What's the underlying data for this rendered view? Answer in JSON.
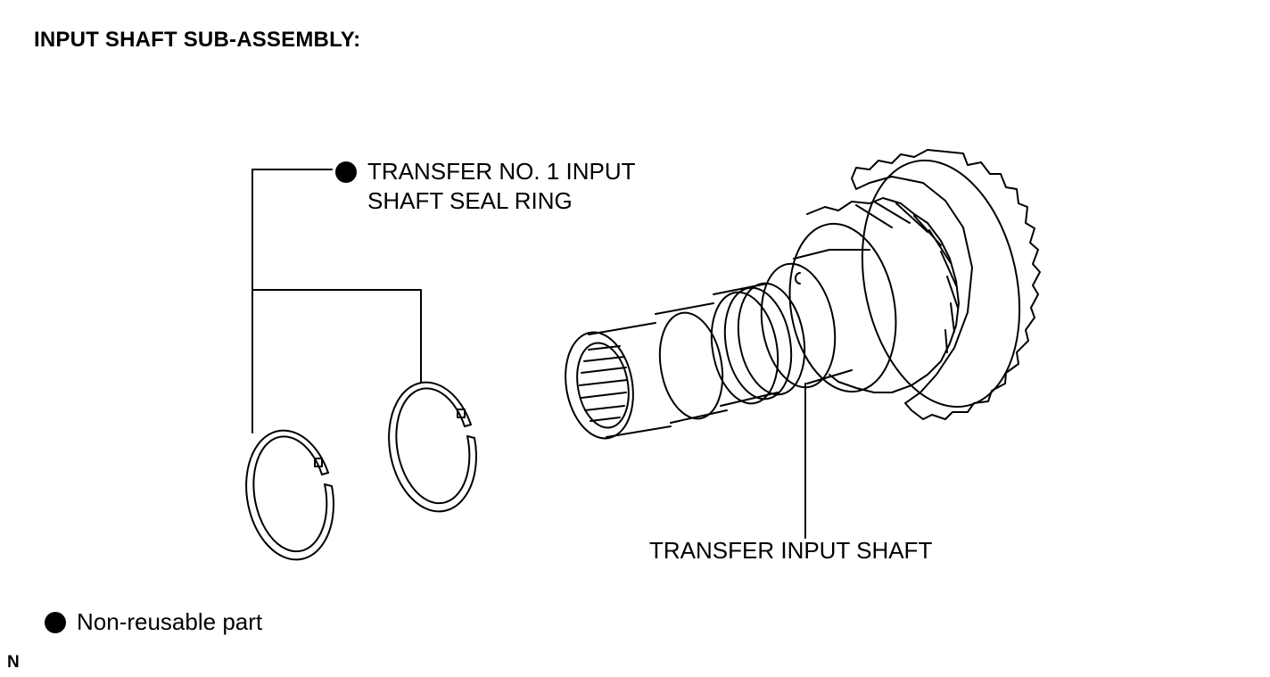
{
  "title": "INPUT SHAFT SUB-ASSEMBLY:",
  "labels": {
    "seal_ring_line1": "TRANSFER NO. 1 INPUT",
    "seal_ring_line2": "SHAFT SEAL RING",
    "input_shaft": "TRANSFER INPUT SHAFT"
  },
  "legend": {
    "non_reusable": "Non-reusable part"
  },
  "corner_mark": "N"
}
